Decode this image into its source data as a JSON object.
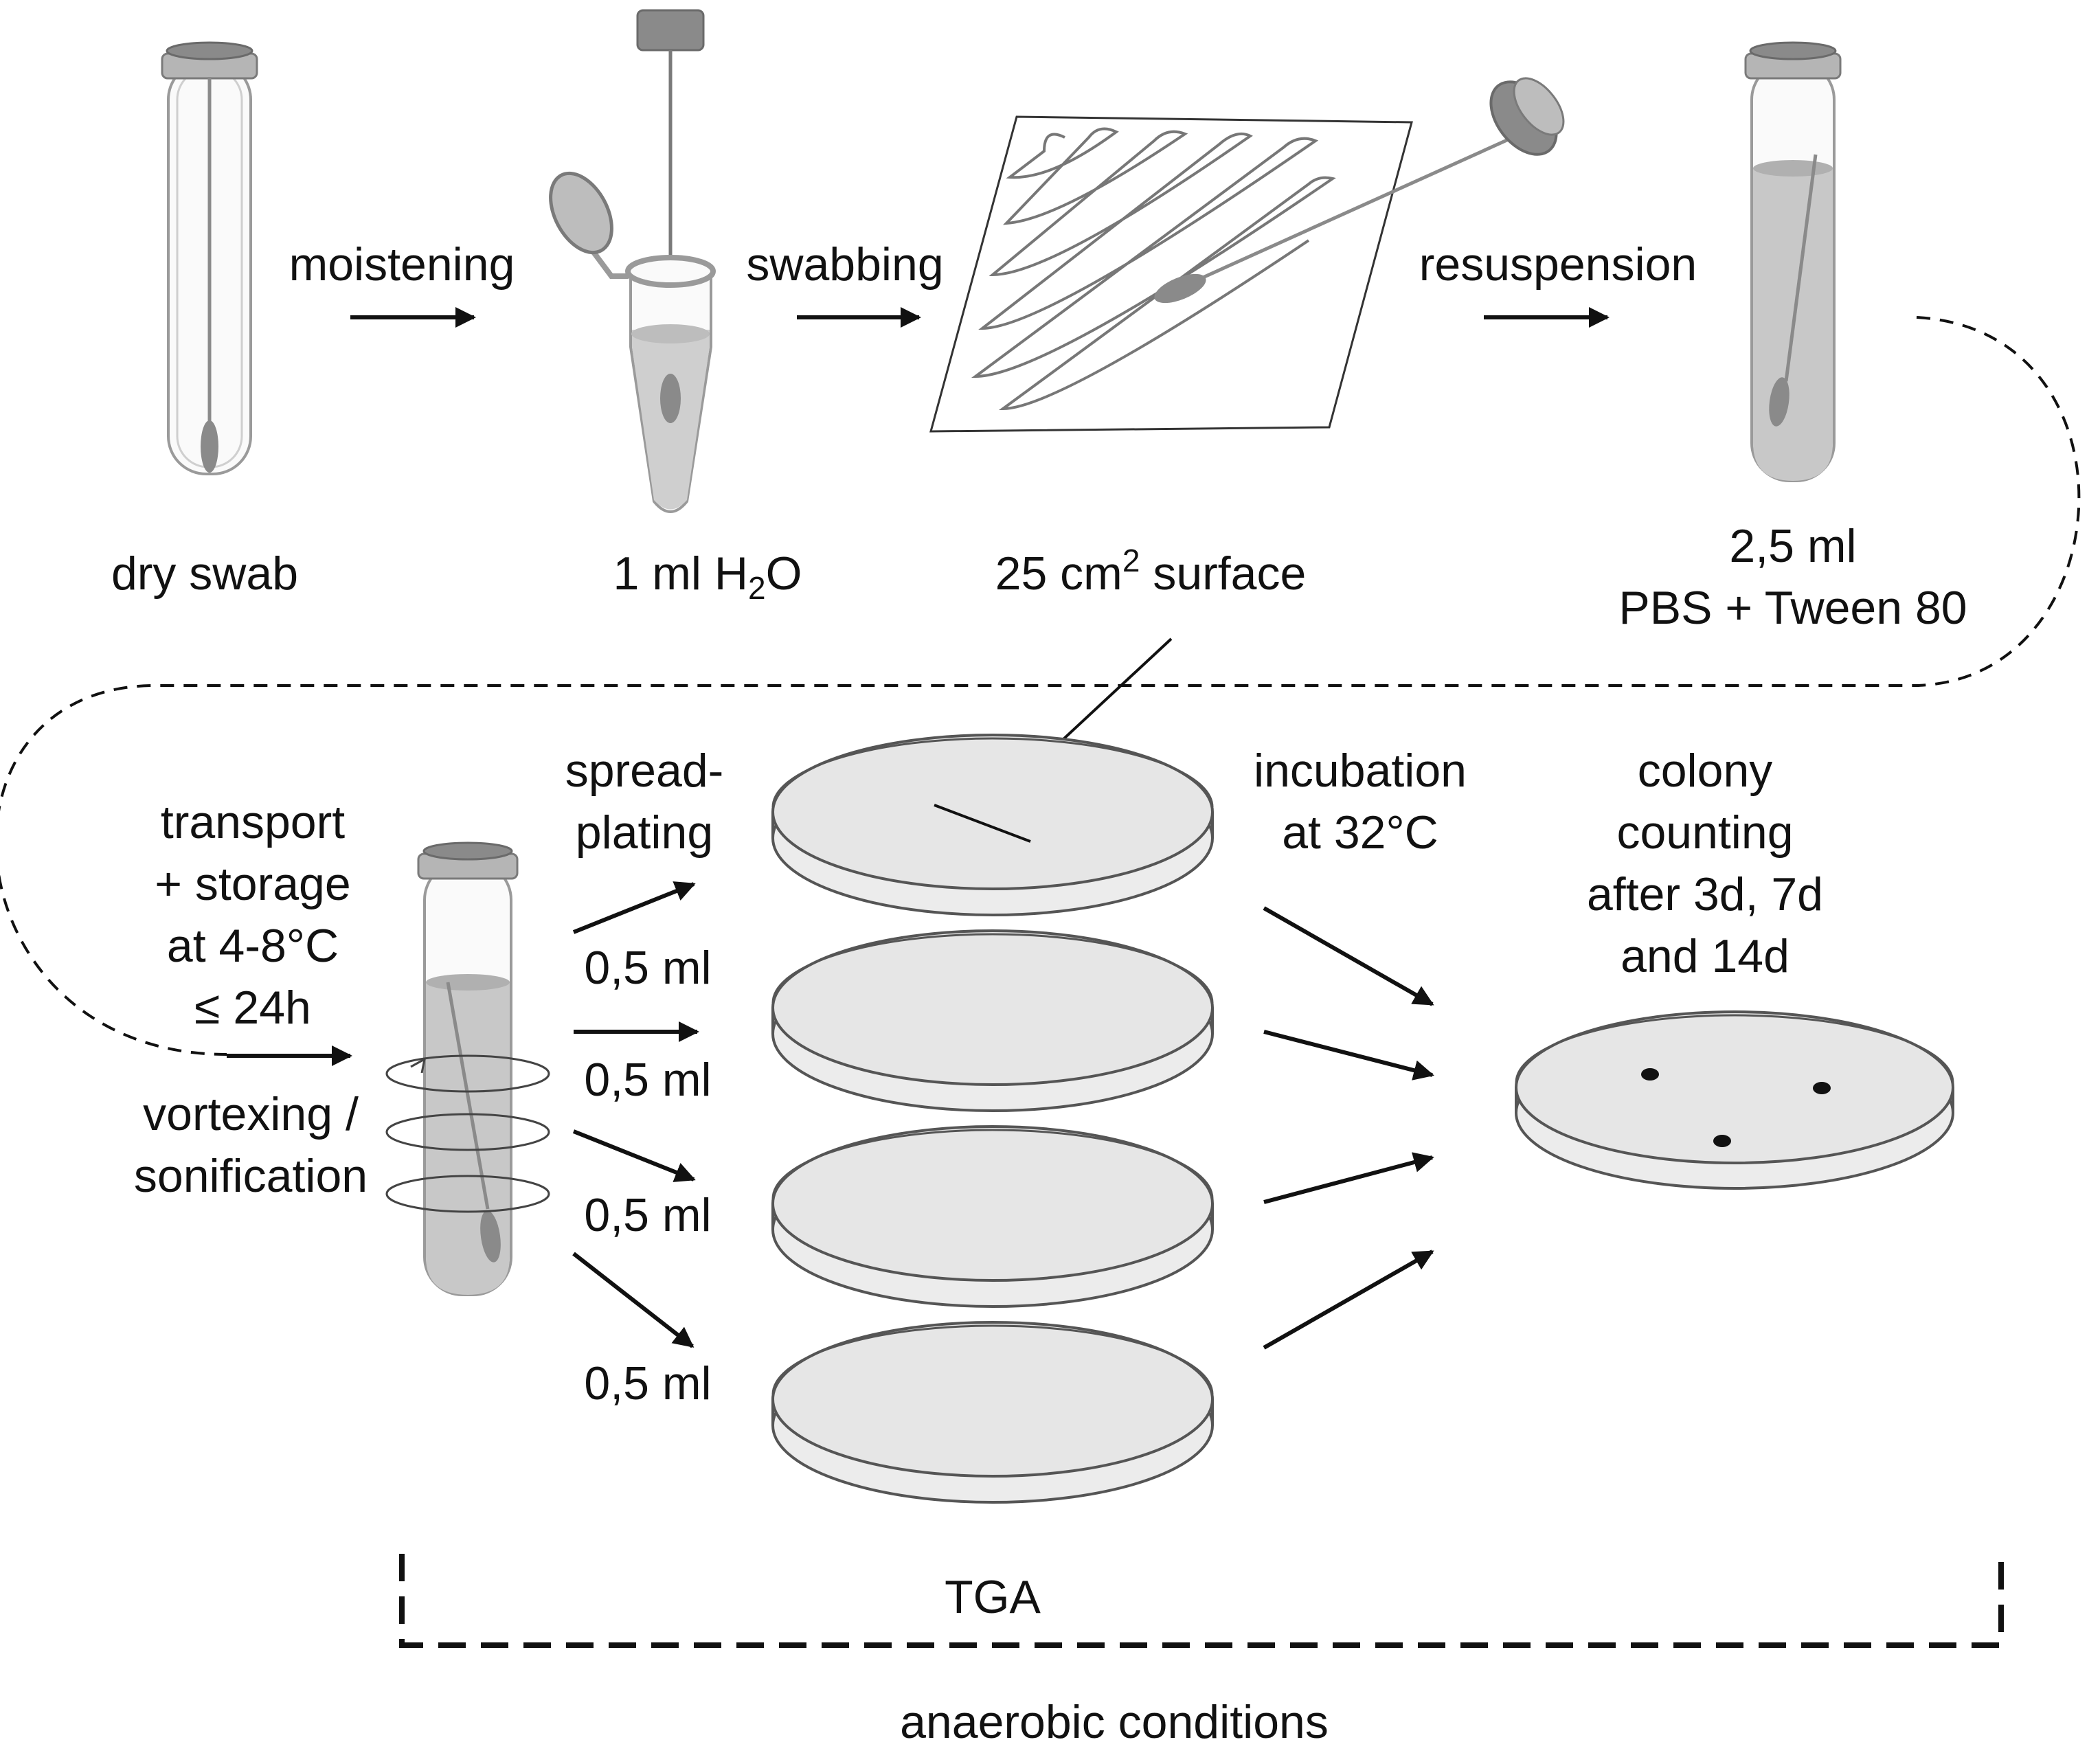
{
  "labels": {
    "dry_swab": "dry swab",
    "moistening": "moistening",
    "water_prefix": "1 ml H",
    "water_sub": "2",
    "water_suffix": "O",
    "swabbing": "swabbing",
    "surface_prefix": "25 cm",
    "surface_sup": "2",
    "surface_suffix": " surface",
    "resuspension": "resuspension",
    "resus_vol": "2,5 ml",
    "resus_medium": "PBS + Tween 80",
    "transport_1": "transport",
    "transport_2": "+ storage",
    "transport_3": "at 4-8°C",
    "transport_4": "≤ 24h",
    "vortex_1": "vortexing /",
    "vortex_2": "sonification",
    "spread_1": "spread-",
    "spread_2": "plating",
    "vol_1": "0,5 ml",
    "vol_2": "0,5 ml",
    "vol_3": "0,5 ml",
    "vol_4": "0,5 ml",
    "incub_1": "incubation",
    "incub_2": "at 32°C",
    "count_1": "colony",
    "count_2": "counting",
    "count_3": "after 3d, 7d",
    "count_4": "and 14d",
    "tga": "TGA",
    "anaerobic": "anaerobic conditions"
  },
  "colors": {
    "ink": "#111111",
    "cap": "#8a8a8a",
    "liquid": "#c8c8c8",
    "agar": "#e6e6e6",
    "glass": "#fafafa"
  }
}
